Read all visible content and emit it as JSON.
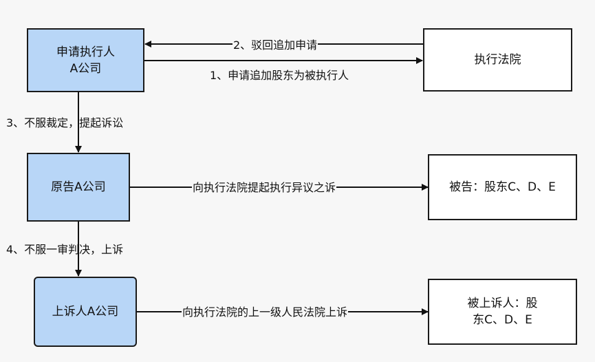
{
  "nodes": {
    "applicant": {
      "line1": "申请执行人",
      "line2": "A公司"
    },
    "court": {
      "label": "执行法院"
    },
    "plaintiff": {
      "label": "原告A公司"
    },
    "defendant": {
      "label": "被告：股东C、D、E"
    },
    "appellant": {
      "label": "上诉人A公司"
    },
    "appellee": {
      "line1": "被上诉人：股",
      "line2": "东C、D、E"
    }
  },
  "edges": {
    "reject": "2、驳回追加申请",
    "apply": "1、申请追加股东为被执行人",
    "disagree_ruling": "3、不服裁定，提起诉讼",
    "objection_suit": "向执行法院提起执行异议之诉",
    "disagree_judgment": "4、不服一审判决，上诉",
    "appeal": "向执行法院的上一级人民法院上诉"
  }
}
